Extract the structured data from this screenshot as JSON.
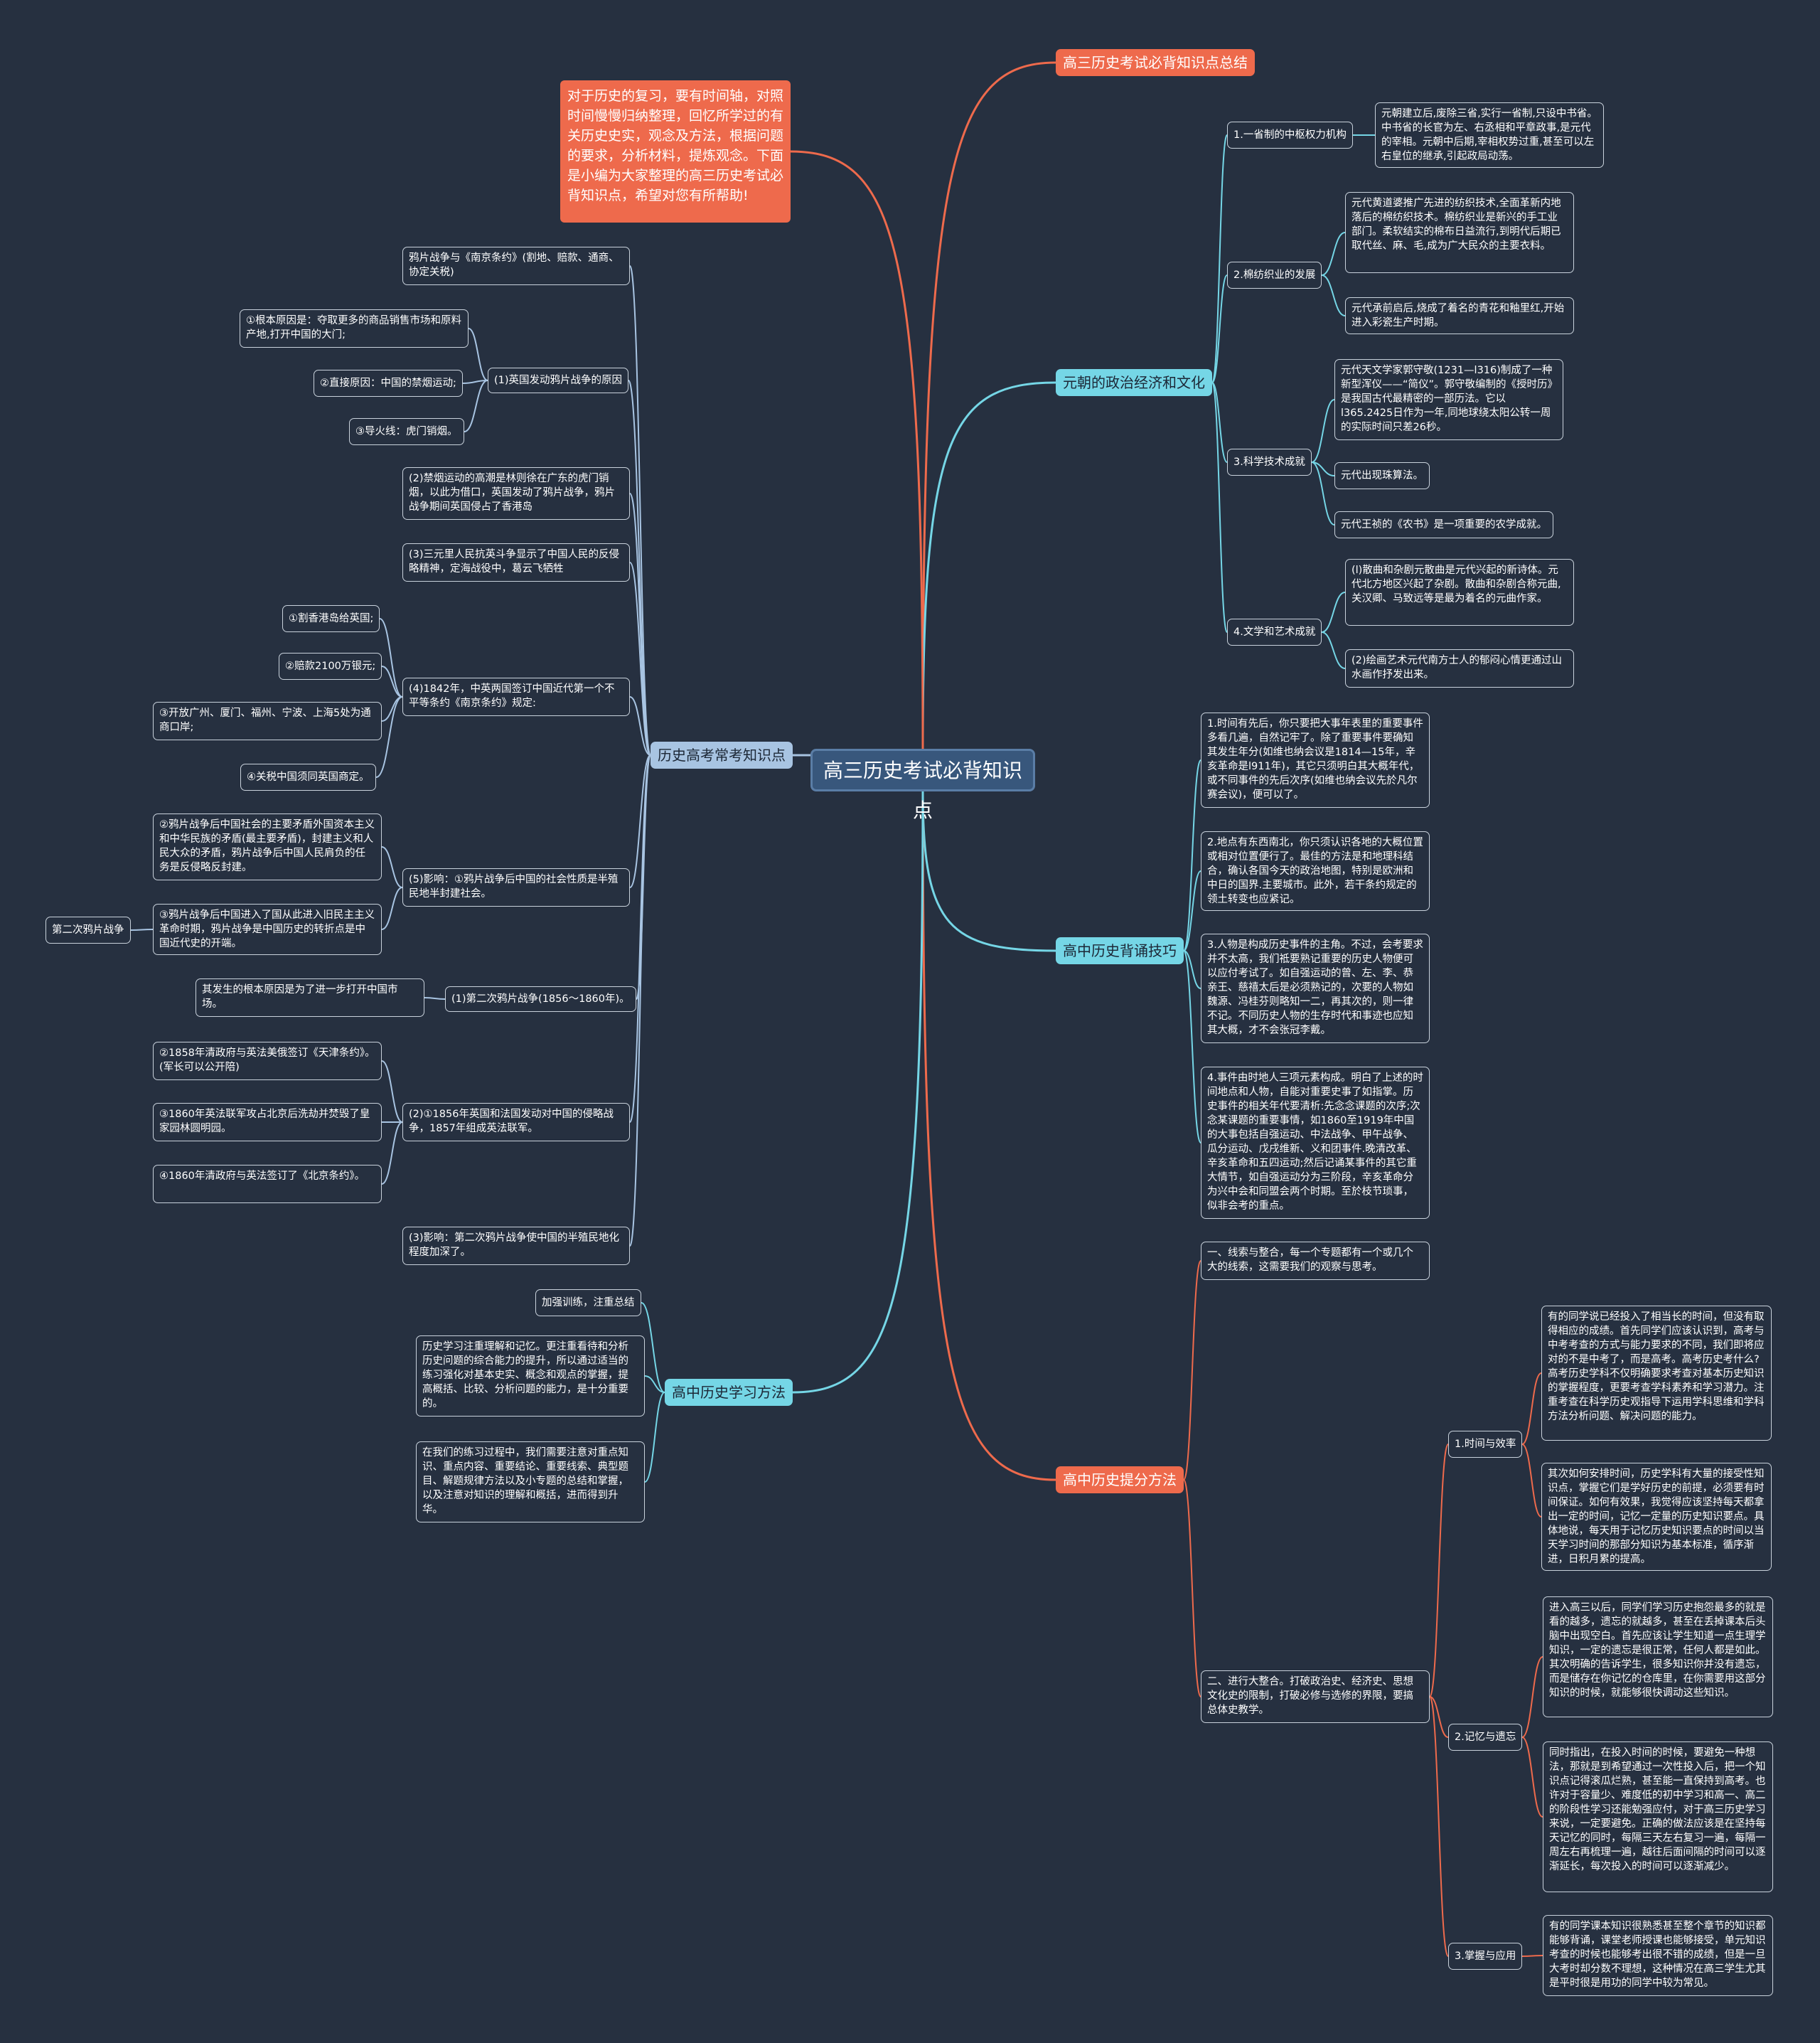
{
  "root": "高三历史考试必背知识点",
  "intro": "对于历史的复习，要有时间轴，对照时间慢慢归纳整理，回忆所学过的有关历史史实，观念及方法，根据问题的要求，分析材料，提炼观念。下面是小编为大家整理的高三历史考试必背知识点，希望对您有所帮助!",
  "colors": {
    "background": "#263040",
    "red": "#ee6a4c",
    "cyan": "#75d6e6",
    "blue": "#a8c4e2",
    "root": "#38577c"
  },
  "summary": {
    "label": "高三历史考试必背知识点总结"
  },
  "yuan": {
    "label": "元朝的政治经济和文化",
    "items": [
      {
        "label": "1.一省制的中枢权力机构",
        "notes": [
          "元朝建立后,废除三省,实行一省制,只设中书省。中书省的长官为左、右丞相和平章政事,是元代的宰相。元朝中后期,宰相权势过重,甚至可以左右皇位的继承,引起政局动荡。"
        ]
      },
      {
        "label": "2.棉纺织业的发展",
        "notes": [
          "元代黄道婆推广先进的纺织技术,全面革新内地落后的棉纺织技术。棉纺织业是新兴的手工业部门。柔软结实的棉布日益流行,到明代后期已取代丝、麻、毛,成为广大民众的主要衣料。",
          "元代承前启后,烧成了着名的青花和釉里红,开始进入彩瓷生产时期。"
        ]
      },
      {
        "label": "3.科学技术成就",
        "notes": [
          "元代天文学家郭守敬(1231—l316)制成了一种新型浑仪——“简仪”。郭守敬编制的《授时历》是我国古代最精密的一部历法。它以l365.2425日作为一年,同地球绕太阳公转一周的实际时间只差26秒。",
          "元代出现珠算法。",
          "元代王祯的《农书》是一项重要的农学成就。"
        ]
      },
      {
        "label": "4.文学和艺术成就",
        "notes": [
          "(l)散曲和杂剧元散曲是元代兴起的新诗体。元代北方地区兴起了杂剧。散曲和杂剧合称元曲,关汉卿、马致远等是最为着名的元曲作家。",
          "(2)绘画艺术元代南方士人的郁闷心情更通过山水画作抒发出来。"
        ]
      }
    ]
  },
  "recite": {
    "label": "高中历史背诵技巧",
    "items": [
      "1.时间有先后，你只要把大事年表里的重要事件多看几遍，自然记牢了。除了重要事件要确知其发生年分(如维也纳会议是1814—15年，辛亥革命是l911年)，其它只须明白其大概年代，或不同事件的先后次序(如维也纳会议先於凡尔赛会议)，便可以了。",
      "2.地点有东西南北，你只须认识各地的大概位置或相对位置便行了。最佳的方法是和地理科结合，确认各国今天的政治地图，特别是欧洲和中日的国界.主要城市。此外，若干条约规定的领土转变也应紧记。",
      "3.人物是构成历史事件的主角。不过，会考要求并不太高，我们祗要熟记重要的历史人物便可以应付考试了。如自强运动的曾、左、李、恭亲王、慈禧太后是必须熟记的，次要的人物如魏源、冯桂芬则略知一二，再其次的，则一律不记。不同历史人物的生存时代和事迹也应知其大概，才不会张冠李戴。",
      "4.事件由时地人三项元素构成。明白了上述的时间地点和人物，自能对重要史事了如指掌。历史事件的相关年代要清析:先念念课题的次序;次念某课题的重要事情，如1860至1919年中国的大事包括自强运动、中法战争、甲午战争、瓜分运动、戊戌维新、义和团事件.晚清改革、辛亥革命和五四运动;然后记诵某事件的其它重大情节，如自强运动分为三阶段，辛亥革命分为兴中会和同盟会两个时期。至於枝节琐事，似非会考的重点。"
    ]
  },
  "improve": {
    "label": "高中历史提分方法",
    "part1": "一、线索与整合，每一个专题都有一个或几个大的线索，这需要我们的观察与思考。",
    "part2": "二、进行大整合。打破政治史、经济史、思想文化史的限制，打破必修与选修的界限，要搞总体史教学。",
    "subs": [
      {
        "label": "1.时间与效率",
        "notes": [
          "有的同学说已经投入了相当长的时间，但没有取得相应的成绩。首先同学们应该认识到，高考与中考考查的方式与能力要求的不同，我们即将应对的不是中考了，而是高考。高考历史考什么?高考历史学科不仅明确要求考查对基本历史知识的掌握程度，更要考查学科素养和学习潜力。注重考查在科学历史观指导下运用学科思维和学科方法分析问题、解决问题的能力。",
          "其次如何安排时间，历史学科有大量的接受性知识点，掌握它们是学好历史的前提，必须要有时间保证。如何有效果，我觉得应该坚持每天都拿出一定的时间，记忆一定量的历史知识要点。具体地说，每天用于记忆历史知识要点的时间以当天学习时间的那部分知识为基本标准，循序渐进，日积月累的提高。"
        ]
      },
      {
        "label": "2.记忆与遗忘",
        "notes": [
          "进入高三以后，同学们学习历史抱怨最多的就是看的越多，遗忘的就越多，甚至在丢掉课本后头脑中出现空白。首先应该让学生知道一点生理学知识，一定的遗忘是很正常，任何人都是如此。其次明确的告诉学生，很多知识你并没有遗忘，而是储存在你记忆的仓库里，在你需要用这部分知识的时候，就能够很快调动这些知识。",
          "同时指出，在投入时间的时候，要避免一种想法，那就是到希望通过一次性投入后，把一个知识点记得滚瓜烂熟，甚至能一直保持到高考。也许对于容量少、难度低的初中学习和高一、高二的阶段性学习还能勉强应付，对于高三历史学习来说，一定要避免。正确的做法应该是在坚持每天记忆的同时，每隔三天左右复习一遍，每隔一周左右再梳理一遍，越往后面间隔的时间可以逐渐延长，每次投入的时间可以逐渐减少。"
        ]
      },
      {
        "label": "3.掌握与应用",
        "notes": [
          "有的同学课本知识很熟悉甚至整个章节的知识都能够背诵，课堂老师授课也能够接受，单元知识考查的时候也能够考出很不错的成绩，但是一旦大考时却分数不理想，这种情况在高三学生尤其是平时很是用功的同学中较为常见。"
        ]
      }
    ]
  },
  "opium": {
    "label": "历史高考常考知识点",
    "first": "鸦片战争与《南京条约》(割地、赔款、通商、协定关税)",
    "causes": {
      "label": "(1)英国发动鸦片战争的原因",
      "items": [
        "①根本原因是：夺取更多的商品销售市场和原料产地,打开中国的大门;",
        "②直接原因：中国的禁烟运动;",
        "③导火线：虎门销烟。"
      ]
    },
    "ban": "(2)禁烟运动的高潮是林则徐在广东的虎门销烟，以此为借口，英国发动了鸦片战争，鸦片战争期间英国侵占了香港岛",
    "resist": "(3)三元里人民抗英斗争显示了中国人民的反侵略精神，定海战役中，葛云飞牺牲",
    "treaty": {
      "label": "(4)1842年，中英两国签订中国近代第一个不平等条约《南京条约》规定:",
      "items": [
        "①割香港岛给英国;",
        "②赔款2100万银元;",
        "③开放广州、厦门、福州、宁波、上海5处为通商口岸;",
        "④关税中国须同英国商定。"
      ]
    },
    "impact": {
      "label": "(5)影响：①鸦片战争后中国的社会性质是半殖民地半封建社会。",
      "items": [
        "②鸦片战争后中国社会的主要矛盾外国资本主义和中华民族的矛盾(最主要矛盾)，封建主义和人民大众的矛盾，鸦片战争后中国人民肩负的任务是反侵略反封建。",
        "③鸦片战争后中国进入了国从此进入旧民主主义革命时期，鸦片战争是中国历史的转折点是中国近代史的开端。"
      ]
    },
    "second": {
      "label": "第二次鸦片战争",
      "war": "(1)第二次鸦片战争(1856～1860年)。",
      "cause": "其发生的根本原因是为了进一步打开中国市场。",
      "invade": {
        "label": "(2)①1856年英国和法国发动对中国的侵略战争，1857年组成英法联军。",
        "items": [
          "②1858年清政府与英法美俄签订《天津条约》。(军长可以公开陪)",
          "③1860年英法联军攻占北京后洗劫并焚毁了皇家园林圆明园。",
          "④1860年清政府与英法签订了《北京条约》。"
        ]
      },
      "effect": "(3)影响：第二次鸦片战争使中国的半殖民地化程度加深了。"
    }
  },
  "study": {
    "label": "高中历史学习方法",
    "items": [
      "加强训练，注重总结",
      "历史学习注重理解和记忆。更注重看待和分析历史问题的综合能力的提升，所以通过适当的练习强化对基本史实、概念和观点的掌握，提高概括、比较、分析问题的能力，是十分重要的。",
      "在我们的练习过程中，我们需要注意对重点知识、重点内容、重要结论、重要线索、典型题目、解题规律方法以及小专题的总结和掌握，以及注意对知识的理解和概括，进而得到升华。"
    ]
  }
}
